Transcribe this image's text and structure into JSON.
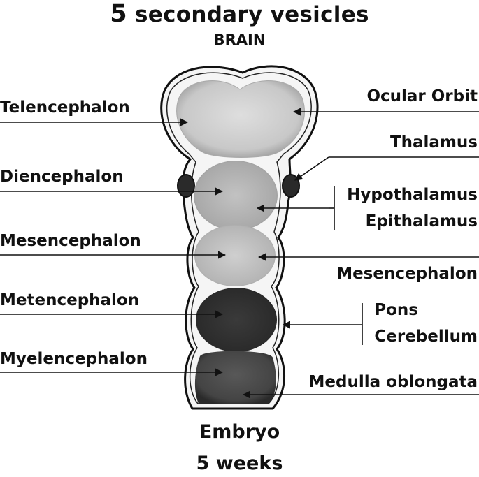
{
  "title": {
    "number": "5",
    "text": "secondary vesicles"
  },
  "subtitle": "BRAIN",
  "left_labels": {
    "telencephalon": "Telencephalon",
    "diencephalon": "Diencephalon",
    "mesencephalon": "Mesencephalon",
    "metencephalon": "Metencephalon",
    "myelencephalon": "Myelencephalon"
  },
  "right_labels": {
    "ocular_orbit": "Ocular Orbit",
    "thalamus": "Thalamus",
    "hypothalamus": "Hypothalamus",
    "epithalamus": "Epithalamus",
    "mesencephalon": "Mesencephalon",
    "pons": "Pons",
    "cerebellum": "Cerebellum",
    "medulla": "Medulla oblongata"
  },
  "caption": {
    "line1": "Embryo",
    "line2": "5 weeks"
  }
}
